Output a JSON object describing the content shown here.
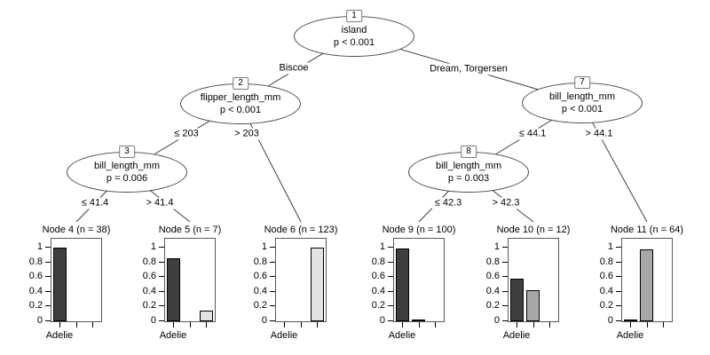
{
  "figure": {
    "background": "#ffffff",
    "bar_colors": [
      "#3f3f3f",
      "#a8a8a8",
      "#e2e2e2"
    ],
    "edge_color": "#404040",
    "x_tick_label": "Adelie",
    "y_tick_labels": [
      "0",
      "0.2",
      "0.4",
      "0.6",
      "0.8",
      "1"
    ]
  },
  "tree": {
    "inner_nodes": [
      {
        "id": "1",
        "variable": "island",
        "stat": "p < 0.001"
      },
      {
        "id": "2",
        "variable": "flipper_length_mm",
        "stat": "p < 0.001"
      },
      {
        "id": "3",
        "variable": "bill_length_mm",
        "stat": "p = 0.006"
      },
      {
        "id": "7",
        "variable": "bill_length_mm",
        "stat": "p < 0.001"
      },
      {
        "id": "8",
        "variable": "bill_length_mm",
        "stat": "p = 0.003"
      }
    ],
    "edges": [
      {
        "from": "1",
        "to": "2",
        "label": "Biscoe"
      },
      {
        "from": "1",
        "to": "7",
        "label": "Dream, Torgersen"
      },
      {
        "from": "2",
        "to": "3",
        "label": "≤ 203"
      },
      {
        "from": "2",
        "to": "6",
        "label": "> 203"
      },
      {
        "from": "3",
        "to": "4",
        "label": "≤ 41.4"
      },
      {
        "from": "3",
        "to": "5",
        "label": "> 41.4"
      },
      {
        "from": "7",
        "to": "8",
        "label": "≤ 44.1"
      },
      {
        "from": "7",
        "to": "11",
        "label": "> 44.1"
      },
      {
        "from": "8",
        "to": "9",
        "label": "≤ 42.3"
      },
      {
        "from": "8",
        "to": "10",
        "label": "> 42.3"
      }
    ]
  },
  "chart_data": [
    {
      "type": "bar",
      "node": 4,
      "title": "Node 4 (n = 38)",
      "n": 38,
      "x_tick_label": "Adelie",
      "values": [
        1.0,
        0,
        0
      ],
      "ylim": [
        0,
        1
      ],
      "yticks": [
        0,
        0.2,
        0.4,
        0.6,
        0.8,
        1
      ]
    },
    {
      "type": "bar",
      "node": 5,
      "title": "Node 5 (n = 7)",
      "n": 7,
      "x_tick_label": "Adelie",
      "values": [
        0.86,
        0,
        0.14
      ],
      "ylim": [
        0,
        1
      ],
      "yticks": [
        0,
        0.2,
        0.4,
        0.6,
        0.8,
        1
      ]
    },
    {
      "type": "bar",
      "node": 6,
      "title": "Node 6 (n = 123)",
      "n": 123,
      "x_tick_label": "Adelie",
      "values": [
        0,
        0,
        1.0
      ],
      "ylim": [
        0,
        1
      ],
      "yticks": [
        0,
        0.2,
        0.4,
        0.6,
        0.8,
        1
      ]
    },
    {
      "type": "bar",
      "node": 9,
      "title": "Node 9 (n = 100)",
      "n": 100,
      "x_tick_label": "Adelie",
      "values": [
        0.99,
        0.01,
        0
      ],
      "ylim": [
        0,
        1
      ],
      "yticks": [
        0,
        0.2,
        0.4,
        0.6,
        0.8,
        1
      ]
    },
    {
      "type": "bar",
      "node": 10,
      "title": "Node 10 (n = 12)",
      "n": 12,
      "x_tick_label": "Adelie",
      "values": [
        0.58,
        0.42,
        0
      ],
      "ylim": [
        0,
        1
      ],
      "yticks": [
        0,
        0.2,
        0.4,
        0.6,
        0.8,
        1
      ]
    },
    {
      "type": "bar",
      "node": 11,
      "title": "Node 11 (n = 64)",
      "n": 64,
      "x_tick_label": "Adelie",
      "values": [
        0.03,
        0.97,
        0
      ],
      "ylim": [
        0,
        1
      ],
      "yticks": [
        0,
        0.2,
        0.4,
        0.6,
        0.8,
        1
      ]
    }
  ]
}
